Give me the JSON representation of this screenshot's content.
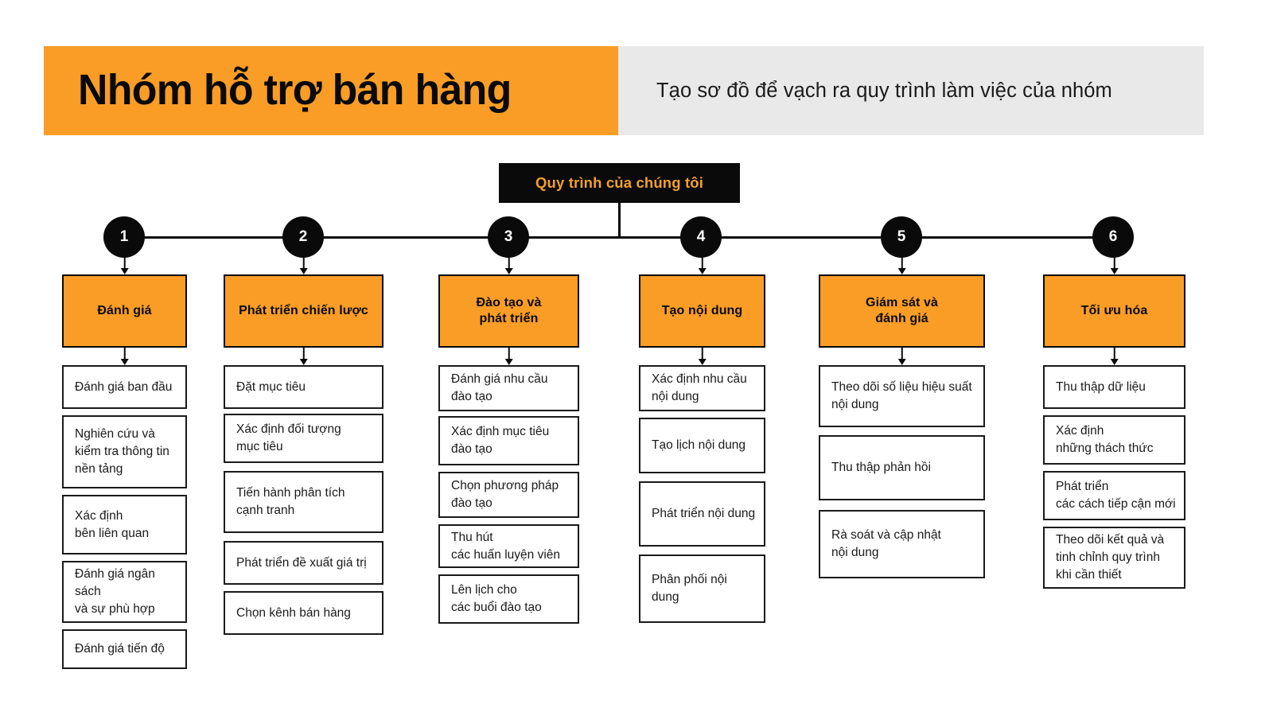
{
  "header": {
    "title": "Nhóm hỗ trợ bán hàng",
    "subtitle": "Tạo sơ đồ để vạch ra quy trình làm việc của nhóm",
    "title_bg": "#f99d27",
    "subtitle_bg": "#e9e9e9"
  },
  "root": {
    "label": "Quy trình của chúng tôi",
    "bg": "#0a0a0a",
    "text_color": "#f5a02c"
  },
  "accent_color": "#f99d27",
  "line_color": "#0a0a0a",
  "columns": [
    {
      "number": "1",
      "category": "Đánh giá",
      "steps": [
        "Đánh giá ban đầu",
        "Nghiên cứu và\nkiểm tra thông tin\nnền tảng",
        "Xác định\nbên liên quan",
        "Đánh giá ngân sách\nvà sự phù hợp",
        "Đánh giá tiến độ"
      ]
    },
    {
      "number": "2",
      "category": "Phát triển chiến lược",
      "steps": [
        "Đặt mục tiêu",
        "Xác định đối tượng\nmục tiêu",
        "Tiến hành phân tích\ncạnh tranh",
        "Phát triển đề xuất giá trị",
        "Chọn kênh bán hàng"
      ]
    },
    {
      "number": "3",
      "category": "Đào tạo và\nphát triển",
      "steps": [
        "Đánh giá nhu cầu\nđào tạo",
        "Xác định mục tiêu\nđào tạo",
        "Chọn phương pháp\nđào tạo",
        "Thu hút\ncác huấn luyện viên",
        "Lên lịch cho\ncác buổi đào tạo"
      ]
    },
    {
      "number": "4",
      "category": "Tạo nội dung",
      "steps": [
        "Xác định nhu cầu\nnội dung",
        "Tạo lịch nội dung",
        "Phát triển nội dung",
        "Phân phối nội dung"
      ]
    },
    {
      "number": "5",
      "category": "Giám sát và\nđánh giá",
      "steps": [
        "Theo dõi số liệu hiệu suất\nnội dung",
        "Thu thập phản hồi",
        "Rà soát và cập nhật\nnội dung"
      ]
    },
    {
      "number": "6",
      "category": "Tối ưu hóa",
      "steps": [
        "Thu thập dữ liệu",
        "Xác định\nnhững thách thức",
        "Phát triển\ncác cách tiếp cận mới",
        "Theo dõi kết quả và\ntinh chỉnh quy trình\nkhi cần thiết"
      ]
    }
  ]
}
